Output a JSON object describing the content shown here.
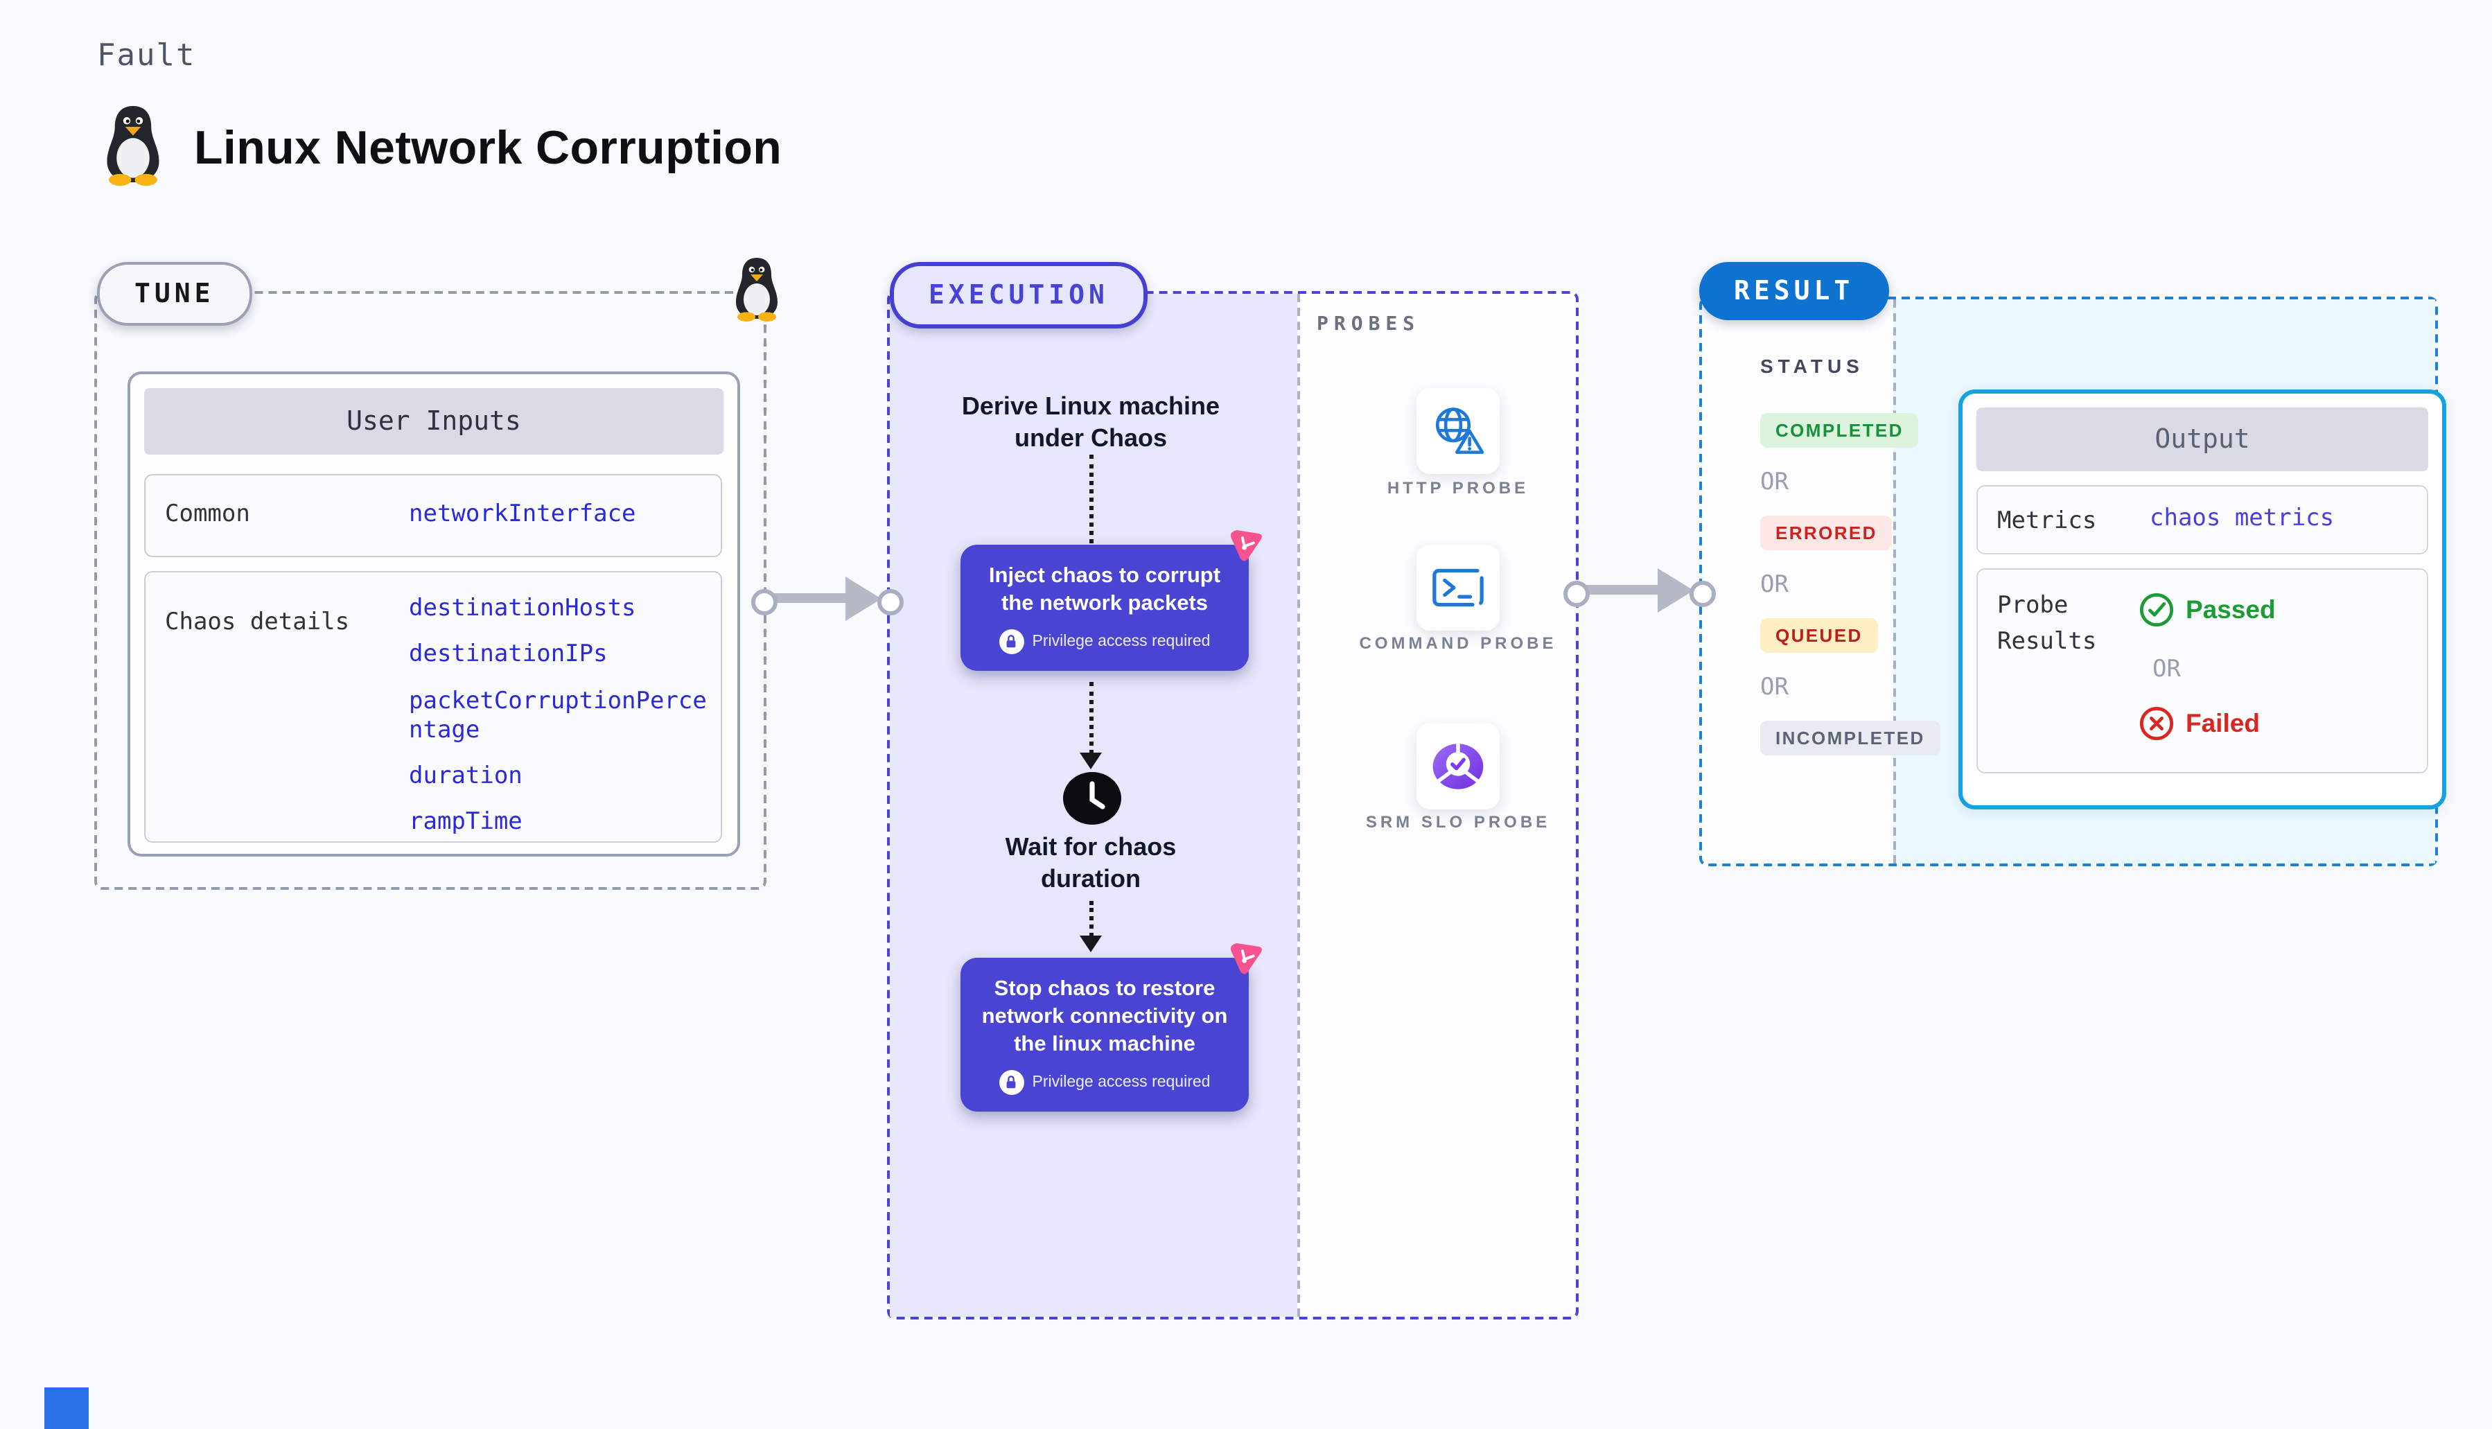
{
  "page": {
    "fault_label": "Fault",
    "title": "Linux Network Corruption"
  },
  "tune": {
    "badge": "TUNE",
    "user_inputs": {
      "header": "User Inputs",
      "rows": [
        {
          "label": "Common",
          "values": [
            "networkInterface"
          ]
        },
        {
          "label": "Chaos details",
          "values": [
            "destinationHosts",
            "destinationIPs",
            "packetCorruptionPercentage",
            "duration",
            "rampTime"
          ]
        }
      ]
    }
  },
  "execution": {
    "badge": "EXECUTION",
    "privilege": "Privilege access required",
    "steps": {
      "derive": "Derive Linux machine under Chaos",
      "inject": "Inject chaos to corrupt the network packets",
      "wait": "Wait for chaos duration",
      "stop": "Stop chaos to restore network connectivity on the linux machine"
    }
  },
  "probes": {
    "label": "PROBES",
    "items": [
      "HTTP PROBE",
      "COMMAND PROBE",
      "SRM SLO PROBE"
    ]
  },
  "result": {
    "badge": "RESULT",
    "status": {
      "label": "STATUS",
      "or": "OR",
      "items": [
        "COMPLETED",
        "ERRORED",
        "QUEUED",
        "INCOMPLETED"
      ]
    },
    "output": {
      "header": "Output",
      "metrics_label": "Metrics",
      "metrics_value": "chaos metrics",
      "probe_results_label": "Probe Results",
      "passed": "Passed",
      "or": "OR",
      "failed": "Failed"
    }
  },
  "colors": {
    "accent_indigo": "#4a44d3",
    "accent_blue": "#0e72d0",
    "accent_cyan": "#14a3e0",
    "value_blue": "#2a28dd",
    "green": "#1d9b34",
    "red": "#d82720",
    "queued_text": "#bb1f1a",
    "pink_spark": "#f9538f",
    "lavender_fill": "#e7e7fb",
    "lightblue_fill": "#e9f7fe"
  }
}
